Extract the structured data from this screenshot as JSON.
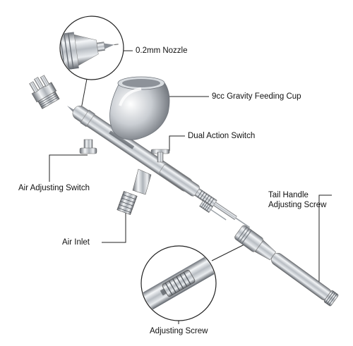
{
  "labels": {
    "nozzle": "0.2mm Nozzle",
    "cup": "9cc Gravity Feeding Cup",
    "dual_action": "Dual Action Switch",
    "air_adjust": "Air Adjusting Switch",
    "tail_line1": "Tail Handle",
    "tail_line2": "Adjusting Screw",
    "air_inlet": "Air Inlet",
    "adjusting_screw": "Adjusting Screw"
  },
  "colors": {
    "leader_line": "#222222",
    "chrome_dark": "#6e737a",
    "chrome_light": "#f4f6f8",
    "chrome_mid": "#b8bdc3"
  }
}
